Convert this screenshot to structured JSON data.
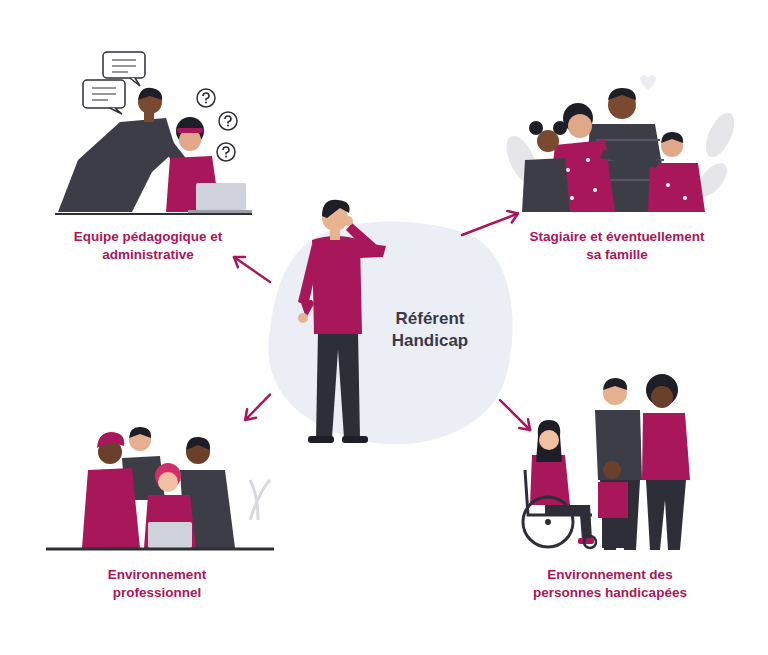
{
  "diagram": {
    "nodes": [
      {
        "text": [
          "Equipe pédagogique et administrative"
        ]
      },
      {
        "text": [
          "Stagiaire et éventuellement sa famille"
        ]
      },
      {
        "text": [
          "Référent Handicap"
        ]
      },
      {
        "text": [
          "Environnement professionnel"
        ]
      },
      {
        "text": [
          "Environnement des personnes handicapées"
        ]
      }
    ],
    "edges": [
      {
        "from": 2,
        "to": 0,
        "arrow": "to"
      },
      {
        "from": 2,
        "to": 1,
        "arrow": "to"
      },
      {
        "from": 2,
        "to": 3,
        "arrow": "to"
      },
      {
        "from": 2,
        "to": 4,
        "arrow": "to"
      }
    ]
  }
}
